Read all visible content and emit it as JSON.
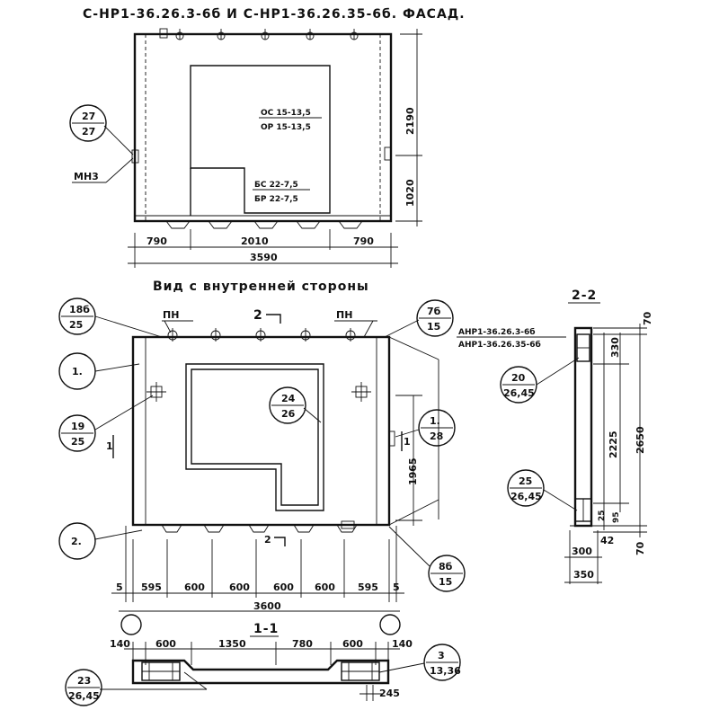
{
  "titles": {
    "facade": "С-НР1-36.26.3-6б И С-НР1-36.26.35-6б. ФАСАД.",
    "inner_view": "Вид с внутренней стороны",
    "section_2_2": "2-2",
    "section_1_1": "1-1"
  },
  "facade": {
    "window_top_1": "ОС 15-13,5",
    "window_top_2": "ОР 15-13,5",
    "door_1": "БС 22-7,5",
    "door_2": "БР 22-7,5",
    "callout_27_top": "27",
    "callout_27_bottom": "27",
    "label_mn3": "МН3",
    "dim_left": "790",
    "dim_mid": "2010",
    "dim_right": "790",
    "dim_total": "3590",
    "dim_height": "2190",
    "dim_door_height": "1020"
  },
  "inner": {
    "pn_left": "ПН",
    "pn_right": "ПН",
    "cut_2_top": "2",
    "cut_2_bottom": "2",
    "cut_1_left": "1",
    "cut_1_right": "1",
    "callout_18_top": "18б",
    "callout_18_bottom": "25",
    "callout_1_left": "1.",
    "callout_19_top": "19",
    "callout_19_bottom": "25",
    "callout_2": "2.",
    "callout_24_top": "24",
    "callout_24_bottom": "26",
    "callout_7_top": "7б",
    "callout_7_bottom": "15",
    "callout_1_right_top": "1.",
    "callout_1_right_bottom": "28",
    "callout_8_top": "8б",
    "callout_8_bottom": "15",
    "dim_1965": "1965",
    "dims_bottom": [
      "5",
      "595",
      "600",
      "600",
      "600",
      "600",
      "595",
      "5"
    ],
    "dim_total": "3600"
  },
  "section_1_1": {
    "dims": [
      "140",
      "600",
      "1350",
      "780",
      "600",
      "140"
    ],
    "dim_245": "245",
    "callout_3_top": "3",
    "callout_3_bottom": "13,36",
    "callout_23_top": "23",
    "callout_23_bottom": "26,45"
  },
  "section_2_2": {
    "label_1": "АНР1-36.26.3-6б",
    "label_2": "АНР1-36.26.35-6б",
    "callout_20_top": "20",
    "callout_20_bottom": "26,45",
    "callout_25_top": "25",
    "callout_25_bottom": "26,45",
    "dim_70_top": "70",
    "dim_330": "330",
    "dim_2225": "2225",
    "dim_2650": "2650",
    "dim_25": "25",
    "dim_95": "95",
    "dim_42": "42",
    "dim_70_bottom": "70",
    "dim_300": "300",
    "dim_350": "350"
  }
}
